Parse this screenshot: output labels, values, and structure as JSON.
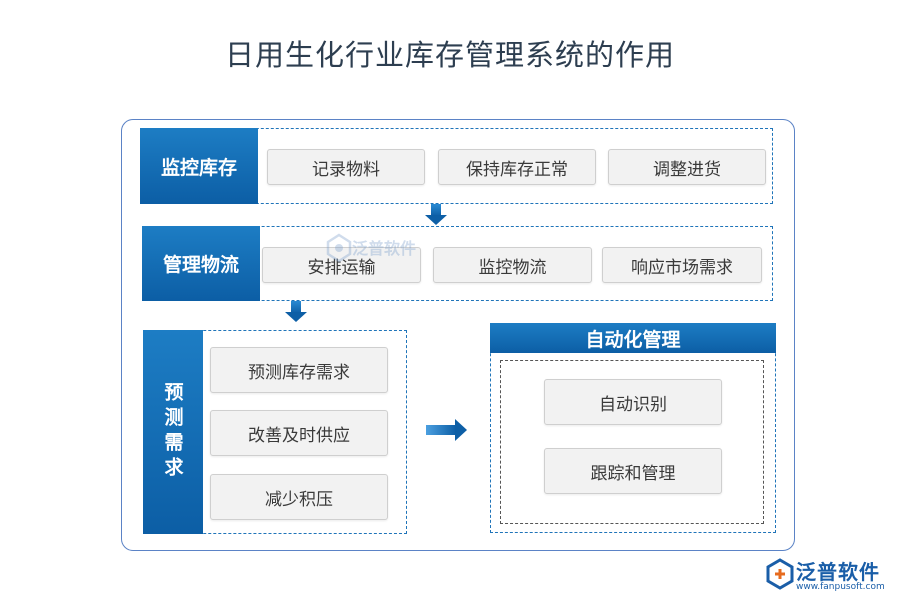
{
  "title": "日用生化行业库存管理系统的作用",
  "sections": {
    "monitor": {
      "label": "监控库存",
      "items": [
        "记录物料",
        "保持库存正常",
        "调整进货"
      ]
    },
    "logistics": {
      "label": "管理物流",
      "items": [
        "安排运输",
        "监控物流",
        "响应市场需求"
      ]
    },
    "forecast": {
      "label": "预测需求",
      "items": [
        "预测库存需求",
        "改善及时供应",
        "减少积压"
      ]
    },
    "automation": {
      "label": "自动化管理",
      "items": [
        "自动识别",
        "跟踪和管理"
      ]
    }
  },
  "watermark": {
    "text": "泛普软件"
  },
  "logo": {
    "brand": "泛普软件",
    "url": "www.fanpusoft.com"
  },
  "colors": {
    "accent": "#0c5ea5",
    "border": "#5b83c6",
    "item_bg": "#f2f2f2"
  }
}
